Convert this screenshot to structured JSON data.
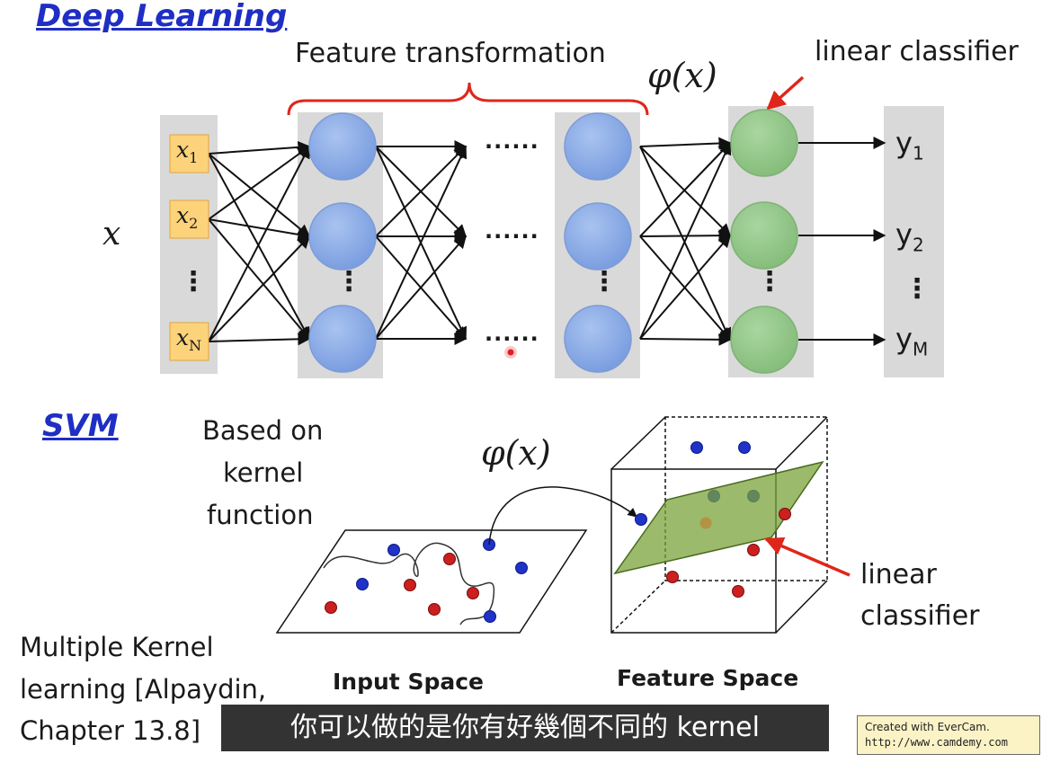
{
  "deep_learning": {
    "title": "Deep Learning",
    "feature_transformation": "Feature transformation",
    "phi": "φ(x)",
    "linear_classifier": "linear classifier",
    "x_label": "x",
    "inputs": [
      "x",
      "x",
      "x"
    ],
    "input_subscripts": [
      "1",
      "2",
      "N"
    ],
    "outputs": [
      "y",
      "y",
      "y"
    ],
    "output_subscripts": [
      "1",
      "2",
      "M"
    ],
    "ellipsis": "......",
    "vdots": "⋮",
    "colors": {
      "input_box": "#fcd37a",
      "hidden_node": "#8fb0e6",
      "output_node": "#95c98c",
      "column_bg": "#d9d9d9",
      "brace": "#e0261b"
    }
  },
  "svm": {
    "title": "SVM",
    "based_on": [
      "Based on",
      "kernel",
      "function"
    ],
    "phi": "φ(x)",
    "input_space": "Input Space",
    "feature_space": "Feature Space",
    "linear_classifier": [
      "linear",
      "classifier"
    ],
    "colors": {
      "blue_dot": "#1f33c9",
      "red_dot": "#cc1f1f",
      "plane": "#7aa33a"
    }
  },
  "note": [
    "Multiple Kernel",
    "learning [Alpaydin,",
    "Chapter 13.8]"
  ],
  "subtitle": "你可以做的是你有好幾個不同的 kernel",
  "watermark": {
    "line1": "Created with EverCam.",
    "line2": "http://www.camdemy.com"
  }
}
